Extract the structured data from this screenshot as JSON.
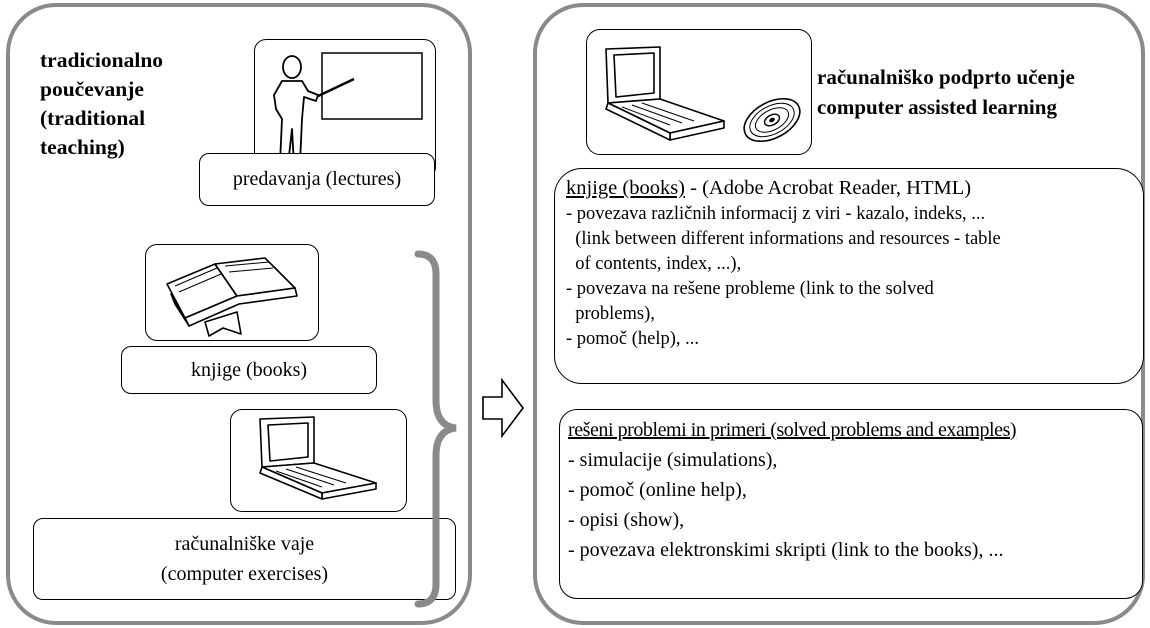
{
  "left_panel": {
    "title_lines": [
      "tradicionalno",
      "poučevanje",
      "(traditional",
      "teaching)"
    ],
    "lectures_label": "predavanja (lectures)",
    "books_label": "knjige (books)",
    "exercises_lines": [
      "računalniške vaje",
      "(computer exercises)"
    ]
  },
  "right_panel": {
    "title_lines": [
      "računalniško podprto učenje",
      "computer assisted learning"
    ],
    "books_box": {
      "heading_underlined": "knjige (books)",
      "heading_rest": " - (Adobe Acrobat Reader, HTML)",
      "lines": [
        "- povezava različnih informacij z viri - kazalo, indeks, ...",
        "  (link between different informations and resources - table",
        "  of contents, index, ...),",
        "- povezava na rešene probleme (link to the solved",
        "  problems),",
        "- pomoč (help), ..."
      ]
    },
    "problems_box": {
      "heading": "rešeni problemi in primeri (solved problems and examples)",
      "lines": [
        "- simulacije (simulations),",
        "- pomoč (online help),",
        "- opisi (show),",
        "- povezava elektronskimi skripti (link to the books), ..."
      ]
    }
  },
  "icons": [
    "teacher-icon",
    "open-book-icon",
    "laptop-icon",
    "cd-icon",
    "brace-icon",
    "arrow-right-icon"
  ],
  "colors": {
    "panel_border": "#8a8a8a",
    "stroke": "#000000",
    "background": "#ffffff"
  }
}
